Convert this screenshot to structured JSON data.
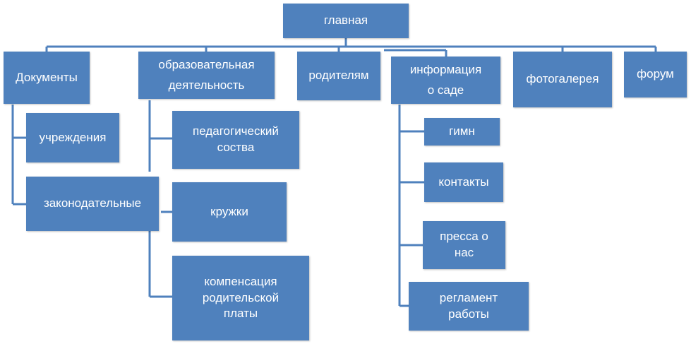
{
  "root": {
    "label": "главная"
  },
  "top_level": [
    {
      "id": "documents",
      "label": "Документы"
    },
    {
      "id": "education",
      "label": "образовательная\nдеятельность"
    },
    {
      "id": "parents",
      "label": "родителям"
    },
    {
      "id": "about",
      "label": "информация\nо саде"
    },
    {
      "id": "gallery",
      "label": "фотогалерея"
    },
    {
      "id": "forum",
      "label": "форум"
    }
  ],
  "documents_children": [
    {
      "id": "institution",
      "label": "учреждения"
    },
    {
      "id": "legislative",
      "label": "законодательные"
    }
  ],
  "education_children": [
    {
      "id": "staff",
      "label": "педагогический\nсоства"
    },
    {
      "id": "clubs",
      "label": "кружки"
    },
    {
      "id": "compensation",
      "label": "компенсация\nродительской\nплаты"
    }
  ],
  "about_children": [
    {
      "id": "anthem",
      "label": "гимн"
    },
    {
      "id": "contacts",
      "label": "контакты"
    },
    {
      "id": "press",
      "label": "пресса о\nнас"
    },
    {
      "id": "schedule",
      "label": "регламент\nработы"
    }
  ],
  "colors": {
    "node_fill": "#4f81bd",
    "node_text": "#ffffff",
    "connector": "#4f81bd"
  }
}
